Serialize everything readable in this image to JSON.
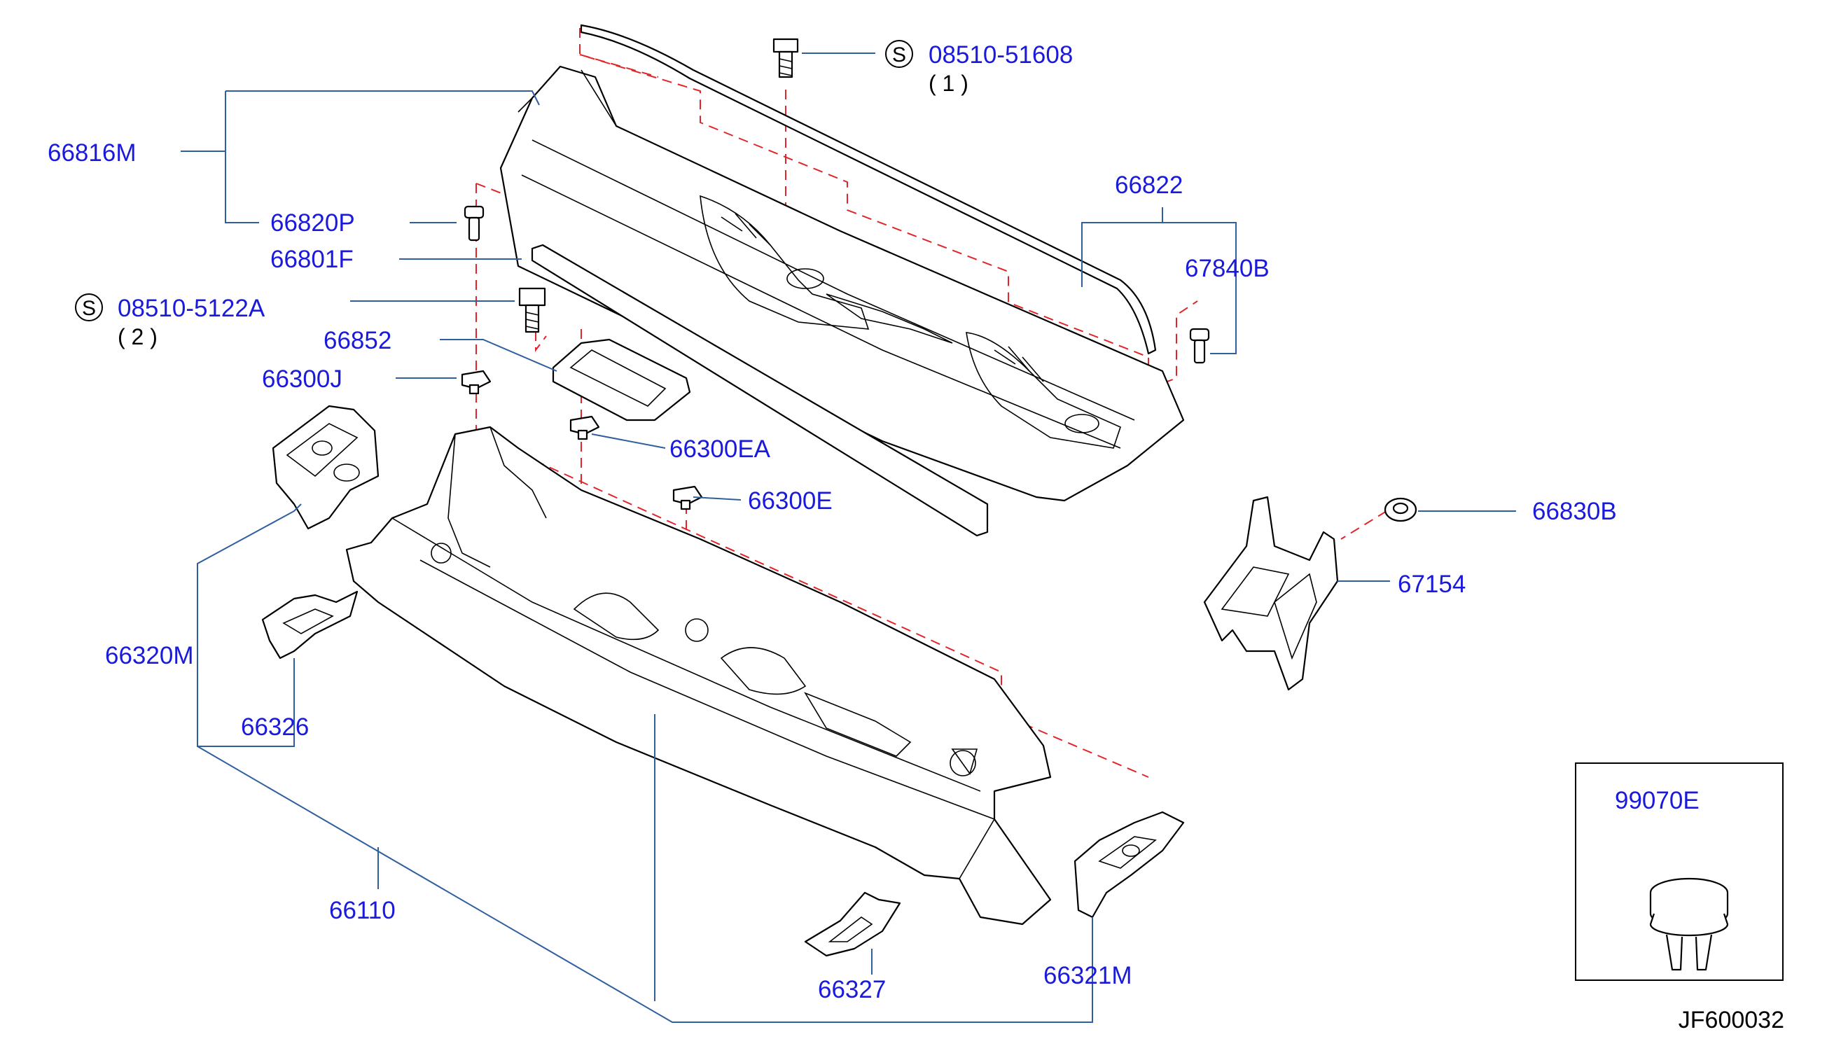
{
  "colors": {
    "label": "#1a1adc",
    "leader": "#2f5f9f",
    "phantom": "#e0262a",
    "linework": "#000000"
  },
  "labels": {
    "p66816M": "66816M",
    "p66820P": "66820P",
    "p66801F": "66801F",
    "p08510_5122A": "08510-5122A",
    "p08510_5122A_qty": "( 2 )",
    "p66852": "66852",
    "p66300J": "66300J",
    "p66300EA": "66300EA",
    "p66300E": "66300E",
    "p08510_51608": "08510-51608",
    "p08510_51608_qty": "( 1 )",
    "p66822": "66822",
    "p67840B": "67840B",
    "p66830B": "66830B",
    "p67154": "67154",
    "p66320M": "66320M",
    "p66326": "66326",
    "p66110": "66110",
    "p66327": "66327",
    "p66321M": "66321M",
    "p99070E": "99070E"
  },
  "symbols": {
    "standard_part": "S"
  },
  "diagram_code": "JF600032"
}
